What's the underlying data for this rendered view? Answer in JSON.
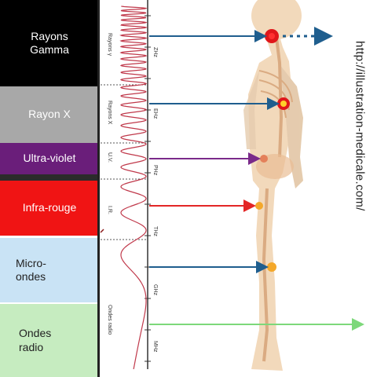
{
  "bands": [
    {
      "lines": [
        "Rayons",
        "Gamma"
      ],
      "bg": "#000000",
      "fg": "#ffffff",
      "band_label": "Rayons γ",
      "unit": "ZHz"
    },
    {
      "lines": [
        "Rayon X"
      ],
      "bg": "#a8a8a8",
      "fg": "#ffffff",
      "band_label": "Rayons X",
      "unit": "EHz"
    },
    {
      "lines": [
        "Ultra-violet"
      ],
      "bg": "#6a1e7a",
      "fg": "#ffffff",
      "band_label": "U.V.",
      "unit": "PHz"
    },
    {
      "lines": [
        "Infra-rouge"
      ],
      "bg": "#f01414",
      "fg": "#ffffff",
      "band_label": "I.R.",
      "unit": "THz"
    },
    {
      "lines": [
        "Micro-",
        "ondes"
      ],
      "bg": "#c9e3f5",
      "fg": "#222222",
      "band_label": "",
      "unit": "GHz"
    },
    {
      "lines": [
        "Ondes",
        "radio"
      ],
      "bg": "#c6ecc0",
      "fg": "#222222",
      "band_label": "Ondes radio",
      "unit": "MHz"
    }
  ],
  "website": "http://illustration-medicale.com/",
  "colors": {
    "gamma_arrow": "#1f5e8e",
    "xray_arrow": "#1f5e8e",
    "uv_arrow": "#7a2a8a",
    "ir_arrow": "#e32626",
    "micro_arrow": "#1f5e8e",
    "radio_arrow": "#7dd87a",
    "wave": "#c0394b",
    "body_bone": "#f2d7b8",
    "body_shadow": "#e4c9aa"
  }
}
